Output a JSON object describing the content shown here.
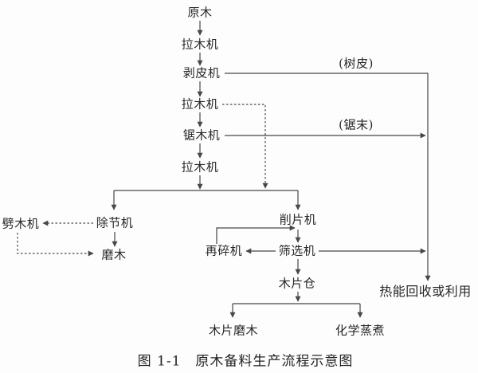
{
  "diagram": {
    "caption": "图 1-1　原木备料生产流程示意图",
    "nodes": {
      "yuanmu": "原木",
      "lamuji_1": "拉木机",
      "bopiji": "剥皮机",
      "lamuji_2": "拉木机",
      "jumuji": "锯木机",
      "lamuji_3": "拉木机",
      "chujieji": "除节机",
      "pimuji": "劈木机",
      "momu": "磨木",
      "xiaopianji": "削片机",
      "zaisuiji": "再碎机",
      "shaixuanji": "筛选机",
      "mupiancang": "木片仓",
      "mupian_momu": "木片磨木",
      "huaxue_zhengzhu": "化学蒸煮",
      "reneng_huishou": "热能回收或利用",
      "shupi_label": "(树皮)",
      "jumo_label": "(锯末)"
    },
    "edges": [
      {
        "from": "yuanmu",
        "to": "lamuji_1",
        "style": "solid"
      },
      {
        "from": "lamuji_1",
        "to": "bopiji",
        "style": "solid"
      },
      {
        "from": "bopiji",
        "to": "lamuji_2",
        "style": "solid"
      },
      {
        "from": "lamuji_2",
        "to": "jumuji",
        "style": "solid"
      },
      {
        "from": "jumuji",
        "to": "lamuji_3",
        "style": "solid"
      },
      {
        "from": "lamuji_3",
        "to": "chujieji",
        "style": "solid"
      },
      {
        "from": "lamuji_3",
        "to": "xiaopianji",
        "style": "solid"
      },
      {
        "from": "lamuji_2",
        "to": "xiaopianji",
        "style": "dashed"
      },
      {
        "from": "chujieji",
        "to": "momu",
        "style": "solid"
      },
      {
        "from": "chujieji",
        "to": "pimuji",
        "style": "dashed"
      },
      {
        "from": "pimuji",
        "to": "momu",
        "style": "dashed"
      },
      {
        "from": "xiaopianji",
        "to": "shaixuanji",
        "style": "solid"
      },
      {
        "from": "shaixuanji",
        "to": "zaisuiji",
        "style": "solid"
      },
      {
        "from": "zaisuiji",
        "to": "shaixuanji",
        "style": "solid"
      },
      {
        "from": "shaixuanji",
        "to": "mupiancang",
        "style": "solid"
      },
      {
        "from": "mupiancang",
        "to": "mupian_momu",
        "style": "solid"
      },
      {
        "from": "mupiancang",
        "to": "huaxue_zhengzhu",
        "style": "solid"
      },
      {
        "from": "bopiji",
        "to": "reneng_huishou",
        "via": "shupi_label",
        "style": "solid"
      },
      {
        "from": "jumuji",
        "to": "reneng_huishou",
        "via": "jumo_label",
        "style": "solid"
      },
      {
        "from": "shaixuanji",
        "to": "reneng_huishou",
        "style": "solid"
      }
    ],
    "colors": {
      "line": "#474747",
      "text": "#272727",
      "background": "#fdfdfd"
    }
  }
}
